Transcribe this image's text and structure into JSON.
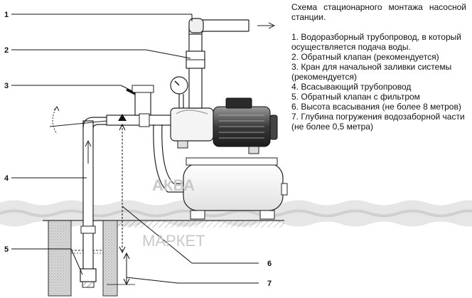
{
  "legend": {
    "title": "Схема стационарного монтажа насосной станции.",
    "items": [
      "1. Водоразборный трубопровод, в который осуществляется подача воды.",
      "2. Обратный клапан (рекомендуется)",
      "3. Кран для начальной заливки системы (рекомендуется)",
      "4. Всасывающий трубопровод",
      "5. Обратный клапан с фильтром",
      "6. Высота всасывания (не более 8 метров)",
      "7. Глубина погружения водозаборной части (не более 0,5 метра)"
    ]
  },
  "callouts": [
    "1",
    "2",
    "3",
    "4",
    "5",
    "6",
    "7"
  ],
  "watermark": {
    "line1": "АКВА",
    "line2": "МАРКЕТ"
  }
}
